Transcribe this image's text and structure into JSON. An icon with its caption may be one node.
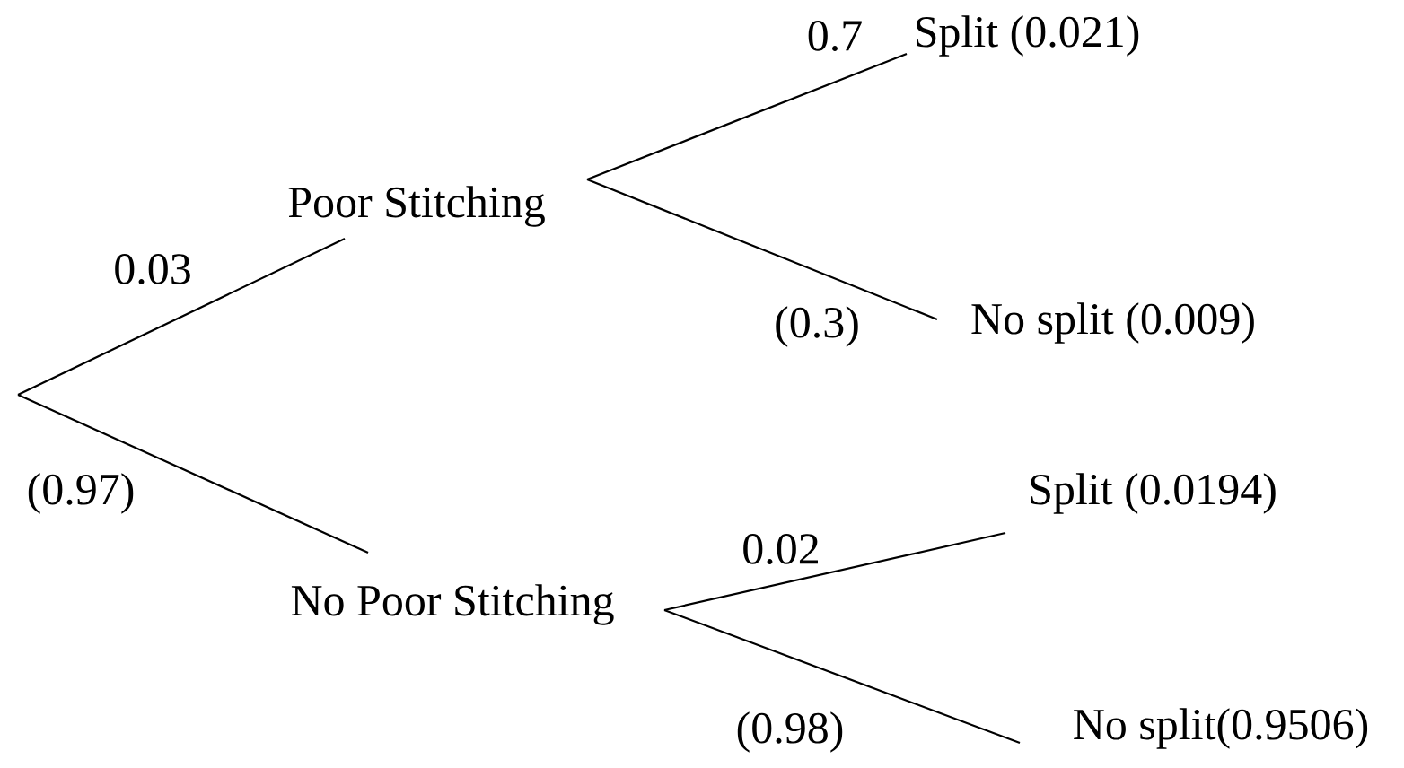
{
  "diagram": {
    "nodes": [
      {
        "text": [
          "Poor Stitching"
        ]
      },
      {
        "text": [
          "Split (0.021)"
        ]
      },
      {
        "text": [
          "No split (0.009)"
        ]
      },
      {
        "text": [
          "No Poor Stitching"
        ]
      },
      {
        "text": [
          "Split (0.0194)"
        ]
      },
      {
        "text": [
          "No split(0.9506)"
        ]
      }
    ],
    "edges": [
      {
        "from": null,
        "to": 0,
        "arrow": "none",
        "label": "0.03"
      },
      {
        "from": null,
        "to": 3,
        "arrow": "none",
        "label": "(0.97)"
      },
      {
        "from": 0,
        "to": 1,
        "arrow": "none",
        "label": "0.7"
      },
      {
        "from": 0,
        "to": 2,
        "arrow": "none",
        "label": "(0.3)"
      },
      {
        "from": 3,
        "to": 4,
        "arrow": "none",
        "label": "0.02"
      },
      {
        "from": 3,
        "to": 5,
        "arrow": "none",
        "label": "(0.98)"
      }
    ]
  }
}
